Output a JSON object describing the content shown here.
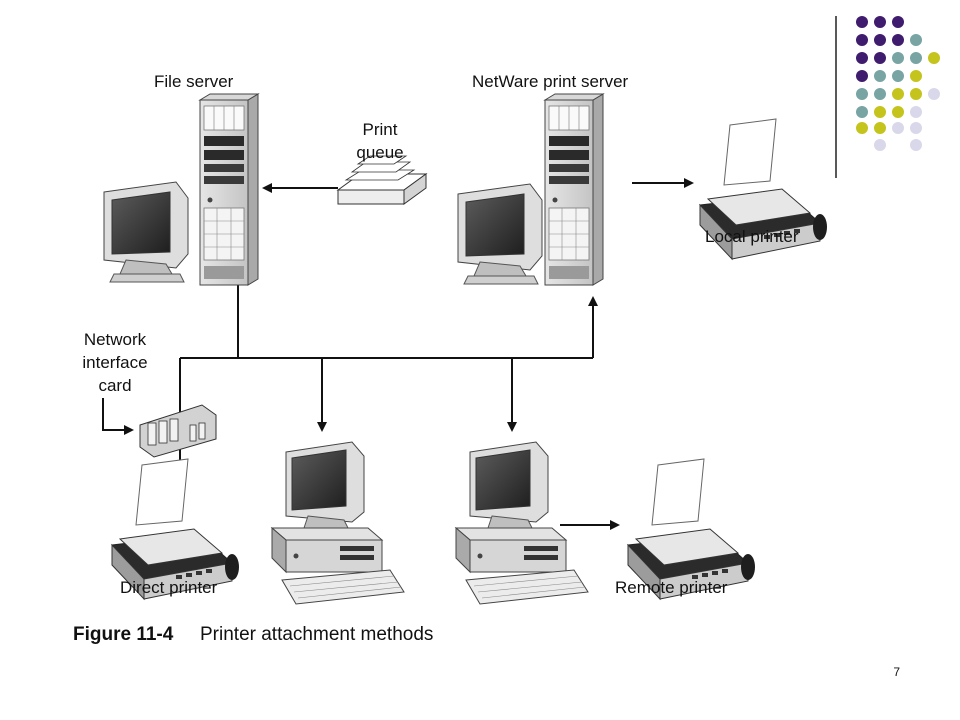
{
  "labels": {
    "file_server": "File server",
    "print_queue_line1": "Print",
    "print_queue_line2": "queue",
    "netware_print_server": "NetWare print server",
    "local_printer": "Local printer",
    "nic_line1": "Network",
    "nic_line2": "interface",
    "nic_line3": "card",
    "direct_printer": "Direct printer",
    "remote_printer": "Remote printer"
  },
  "caption": {
    "figure_number": "Figure 11-4",
    "title": "Printer attachment methods"
  },
  "page_number": "7",
  "colors": {
    "dot_purple": "#3f1c6e",
    "dot_teal": "#78a4a4",
    "dot_yellow": "#c4c41c",
    "dot_lavender": "#d8d8ea",
    "divider": "#222222",
    "wire": "#111111"
  },
  "icons": [
    "tower-server-icon",
    "crt-monitor-icon",
    "paper-stack-icon",
    "dot-matrix-printer-icon",
    "network-card-icon",
    "desktop-computer-icon",
    "keyboard-icon"
  ]
}
